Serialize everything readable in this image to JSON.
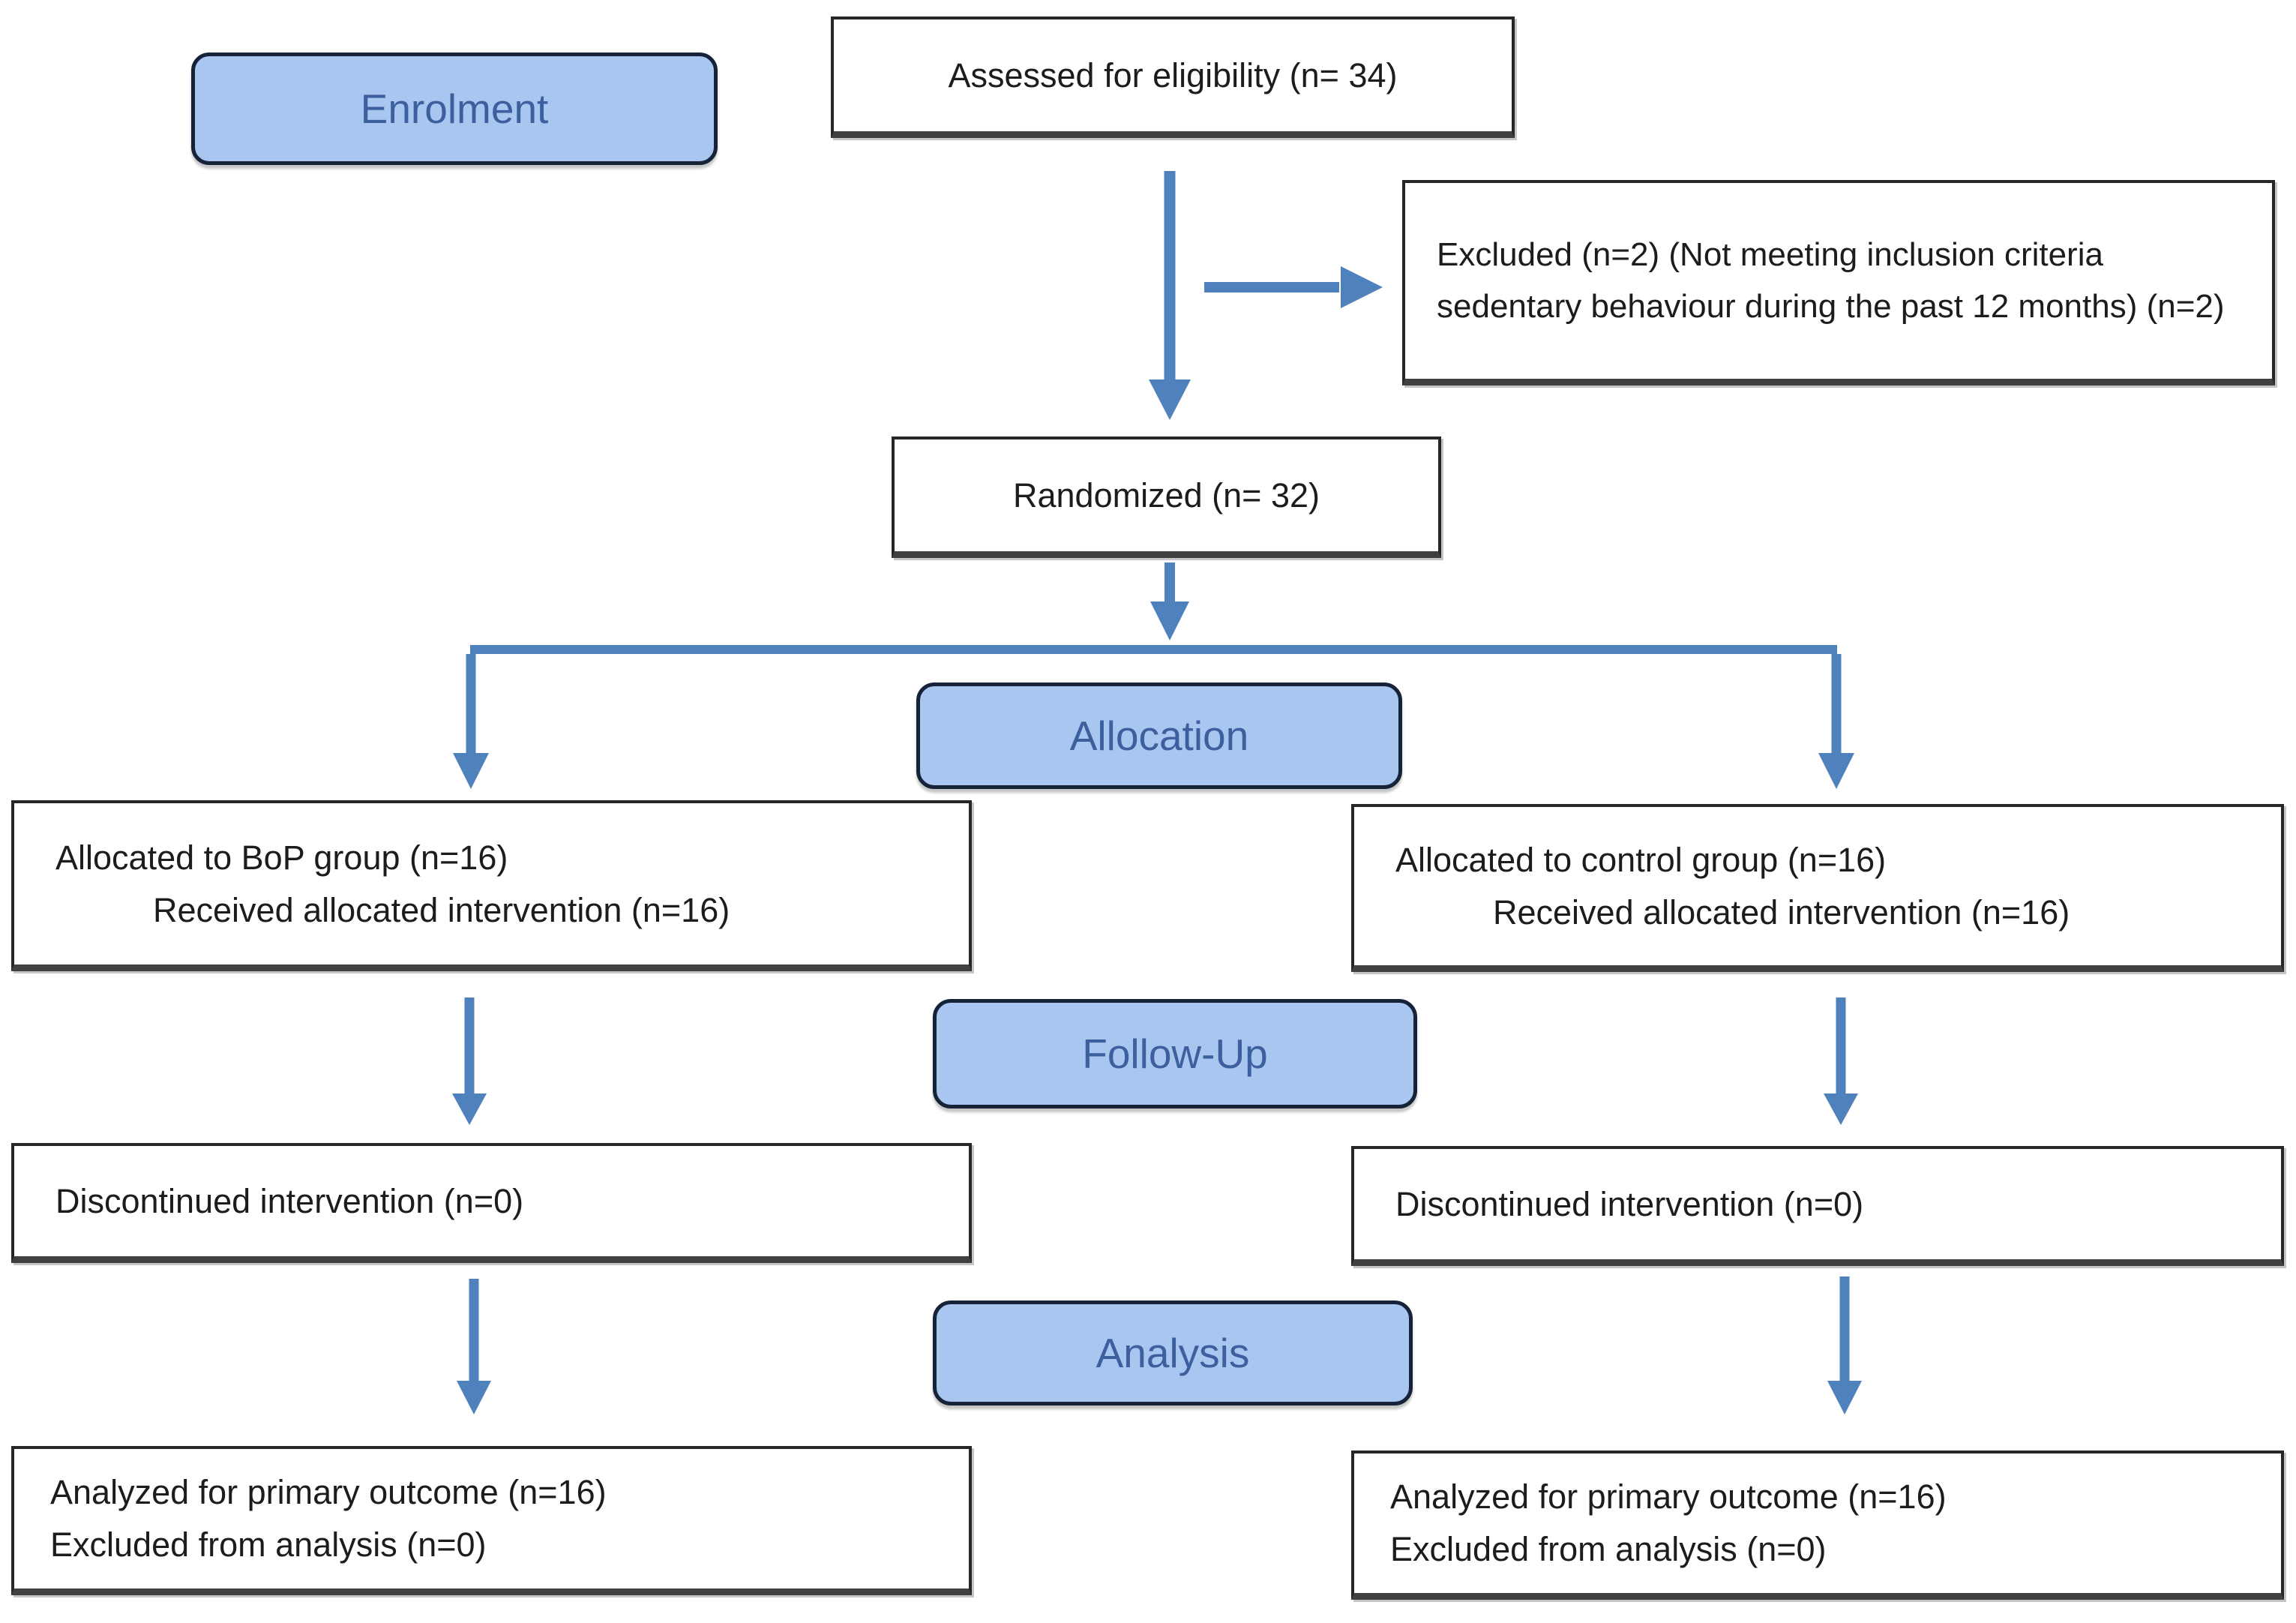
{
  "diagram": {
    "title_hint": "CONSORT participant flow diagram",
    "stages": [
      {
        "id": "enrolment",
        "label": "Enrolment"
      },
      {
        "id": "allocation",
        "label": "Allocation"
      },
      {
        "id": "follow_up",
        "label": "Follow-Up"
      },
      {
        "id": "analysis",
        "label": "Analysis"
      }
    ],
    "boxes": {
      "assessed": {
        "text": "Assessed for eligibility (n= 34)"
      },
      "excluded": {
        "text": "Excluded (n=2) (Not meeting inclusion criteria sedentary behaviour during the past 12 months) (n=2)"
      },
      "randomized": {
        "text": "Randomized (n= 32)"
      },
      "alloc_left": {
        "line1": "Allocated to BoP group (n=16)",
        "line2": "Received allocated intervention (n=16)"
      },
      "alloc_right": {
        "line1": "Allocated to control group (n=16)",
        "line2": "Received allocated intervention (n=16)"
      },
      "disc_left": {
        "text": "Discontinued intervention (n=0)"
      },
      "disc_right": {
        "text": "Discontinued intervention (n=0)"
      },
      "analyzed_left": {
        "line1": "Analyzed for primary outcome (n=16)",
        "line2": "Excluded from analysis (n=0)"
      },
      "analyzed_right": {
        "line1": "Analyzed for primary outcome (n=16)",
        "line2": "Excluded from analysis (n=0)"
      }
    },
    "colors": {
      "arrow": "#4f81bd",
      "stage_fill": "#a9c6f1",
      "stage_border": "#152238",
      "stage_text": "#3d5f9e",
      "box_border": "#262626",
      "box_text": "#1c1c1c",
      "background": "#ffffff"
    }
  }
}
